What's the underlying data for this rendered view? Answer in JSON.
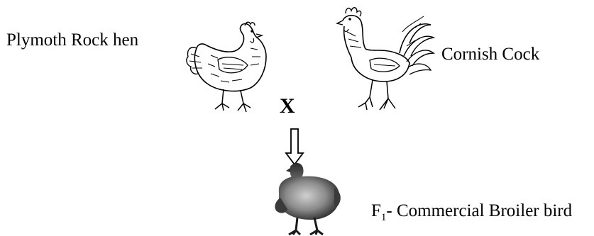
{
  "labels": {
    "hen": "Plymoth Rock hen",
    "cock": "Cornish Cock",
    "cross": "X",
    "f1_prefix": "F",
    "f1_sub": "1",
    "f1_text": "- Commercial Broiler bird"
  },
  "colors": {
    "ink": "#000000",
    "broiler_dark": "#2a2a2a",
    "broiler_mid": "#8a8a8a",
    "broiler_light": "#d0d0d0"
  }
}
